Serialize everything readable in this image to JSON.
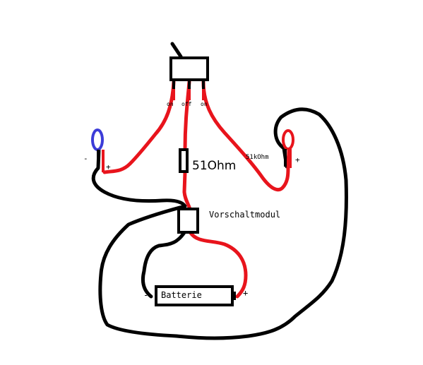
{
  "colors": {
    "wire_black": "#000000",
    "wire_red": "#e8141c",
    "led_blue": "#3c3cd8",
    "led_red": "#e8141c",
    "background": "#ffffff"
  },
  "switch": {
    "labels": [
      "on",
      "off",
      "on"
    ]
  },
  "resistor_left": {
    "label": "51Ohm"
  },
  "resistor_right": {
    "label": "51kOhm"
  },
  "module": {
    "label": "Vorschaltmodul"
  },
  "battery": {
    "label": "Batterie",
    "minus": "-",
    "plus": "+"
  },
  "led_left": {
    "minus": "-",
    "plus": "+"
  },
  "led_right": {
    "plus": "+"
  }
}
